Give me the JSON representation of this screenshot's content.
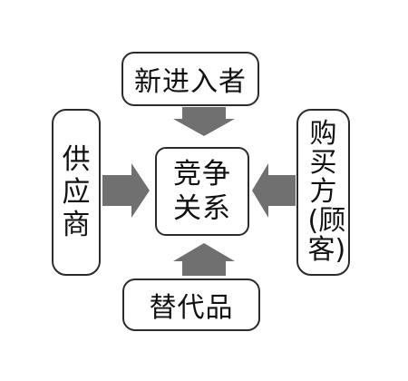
{
  "diagram": {
    "center": "竞争关系",
    "top": "新进入者",
    "left": "供应商",
    "right": "购买方(顾客)",
    "bottom": "替代品"
  },
  "colors": {
    "border": "#2b2b2b",
    "arrow": "#707070",
    "text": "#111111"
  }
}
